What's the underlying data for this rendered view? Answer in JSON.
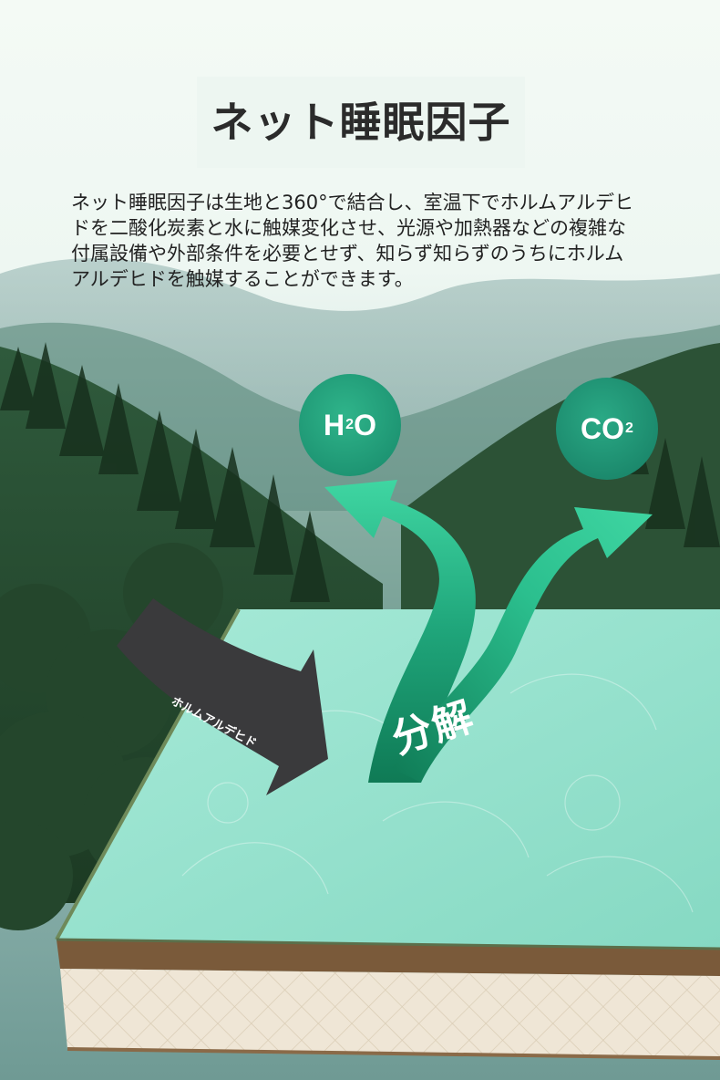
{
  "title": "ネット睡眠因子",
  "description_lines": [
    "ネット睡眠因子は生地と360°で結合し、室温下でホルムアルデヒ",
    "ドを二酸化炭素と水に触媒変化させ、光源や加熱器などの複雑な",
    "付属設備や外部条件を必要とせず、知らず知らずのうちにホルム",
    "アルデヒドを触媒することができます。"
  ],
  "diagram": {
    "input_label": "ホルムアルデヒド",
    "process_label": "分解",
    "outputs": [
      {
        "name": "H",
        "sub": "2",
        "suffix": "O"
      },
      {
        "name": "CO",
        "sub": "2",
        "suffix": ""
      }
    ]
  },
  "colors": {
    "accent_green": "#1fa57a",
    "dark_arrow": "#3a3a3c",
    "mattress_top": "#8fe0cc",
    "mattress_side": "#efe6d6",
    "piping": "#7a5a3a",
    "title_text": "#2b2b2b"
  }
}
